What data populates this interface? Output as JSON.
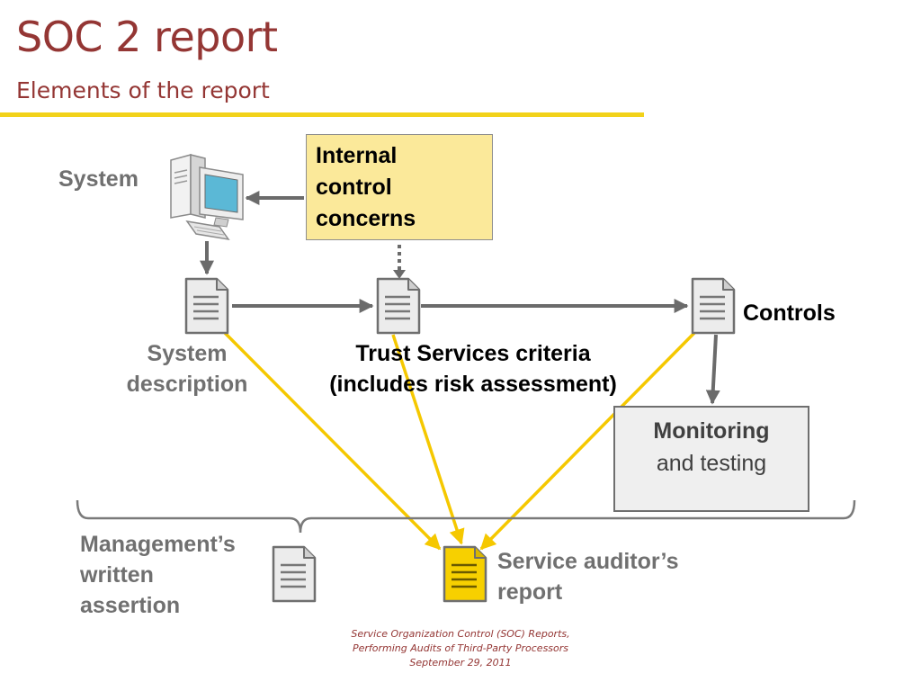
{
  "slide": {
    "title": "SOC 2 report",
    "subtitle": "Elements of the report",
    "accent_color": "#943634",
    "rule_color": "#f2d21a"
  },
  "diagram": {
    "system_label": "System",
    "concern_lines": [
      "Internal",
      "control",
      "concerns"
    ],
    "controls_label": "Controls",
    "system_description_lines": [
      "System",
      "description"
    ],
    "criteria_lines": [
      "Trust Services criteria",
      "(includes risk assessment)"
    ],
    "monitoring_bold": "Monitoring",
    "monitoring_rest": "and testing",
    "assertion_lines": [
      "Management’s",
      "written",
      "assertion"
    ],
    "auditor_report_lines": [
      "Service auditor’s",
      "report"
    ],
    "icons": {
      "computer": "desktop-computer-icon",
      "document": "document-icon",
      "highlighted_document": "report-document-icon"
    },
    "colors": {
      "arrow_grey": "#6b6b6b",
      "arrow_yellow": "#f5c800",
      "concern_fill": "#fbe99a",
      "report_fill": "#f7d000"
    }
  },
  "footer": {
    "citation_lines": [
      "Service Organization Control (SOC) Reports,",
      "Performing Audits of Third-Party Processors",
      "September 29, 2011"
    ]
  }
}
